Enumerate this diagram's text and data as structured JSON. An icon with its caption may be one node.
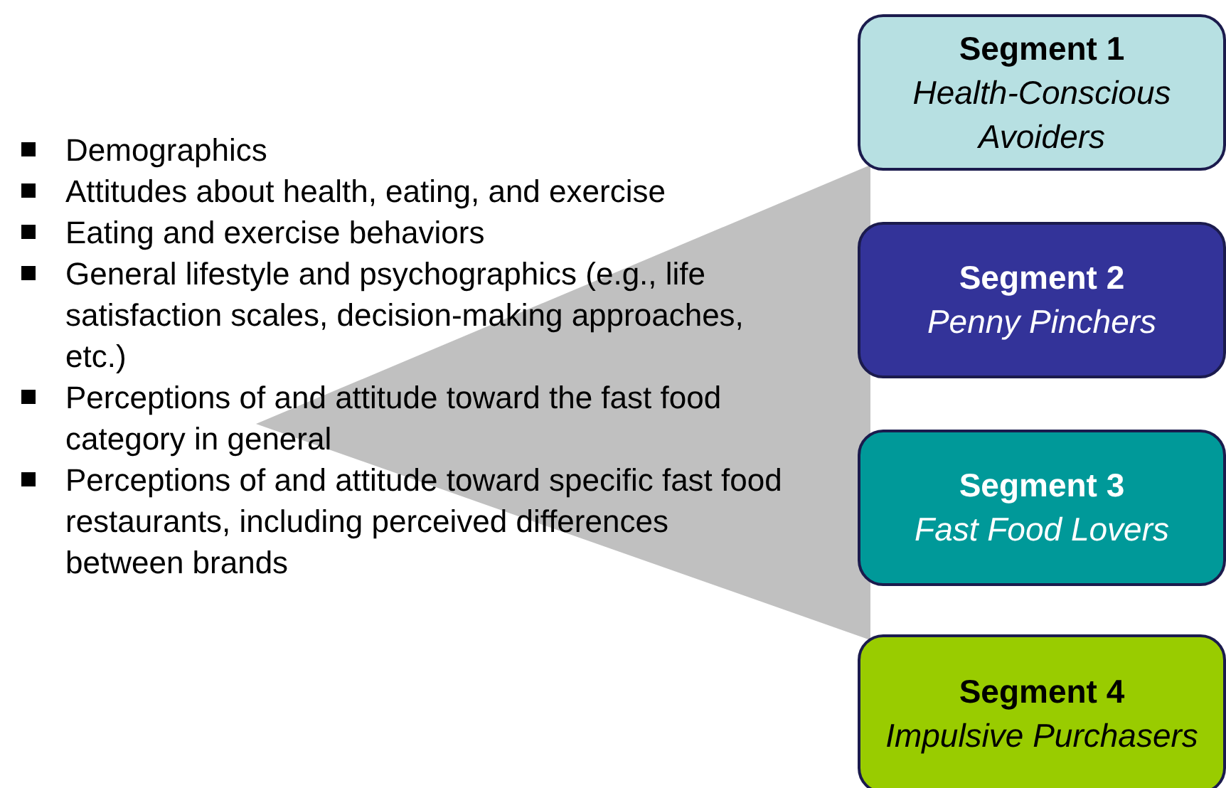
{
  "diagram": {
    "nodes": [
      {
        "text": [
          "Segment 1",
          "Health-Conscious Avoiders"
        ]
      },
      {
        "text": [
          "Segment 2",
          "Penny Pinchers"
        ]
      },
      {
        "text": [
          "Segment 3",
          "Fast Food Lovers"
        ]
      },
      {
        "text": [
          "Segment 4",
          "Impulsive Purchasers"
        ]
      }
    ],
    "edges": [],
    "labels": [
      "Demographics",
      "Attitudes about health, eating, and exercise",
      "Eating and exercise behaviors",
      "General lifestyle and psychographics (e.g., life satisfaction scales, decision-making approaches, etc.)",
      "Perceptions of and attitude toward the fast food category in general",
      "Perceptions of and attitude toward specific fast food restaurants, including perceived differences between brands"
    ]
  }
}
